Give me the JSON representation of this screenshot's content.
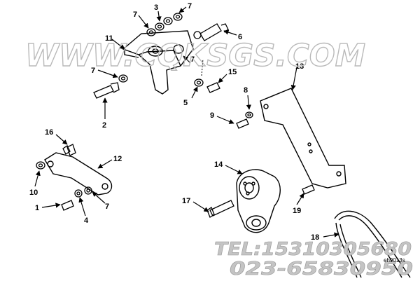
{
  "watermark": {
    "site": "WWW.CQKSGS.COM",
    "phone": "TEL:15310305680",
    "phone2": "023-65830950",
    "color": "#b9b9b9"
  },
  "figure_id": "eh9013s",
  "callouts": {
    "c1": "1",
    "c2": "2",
    "c3": "3",
    "c4": "4",
    "c5": "5",
    "c6": "6",
    "c7a": "7",
    "c7b": "7",
    "c7c": "7",
    "c7d": "7",
    "c8": "8",
    "c9": "9",
    "c10": "10",
    "c11": "11",
    "c12": "12",
    "c13": "13",
    "c14": "14",
    "c15": "15",
    "c16": "16",
    "c17": "17",
    "c18": "18",
    "c19": "19"
  }
}
